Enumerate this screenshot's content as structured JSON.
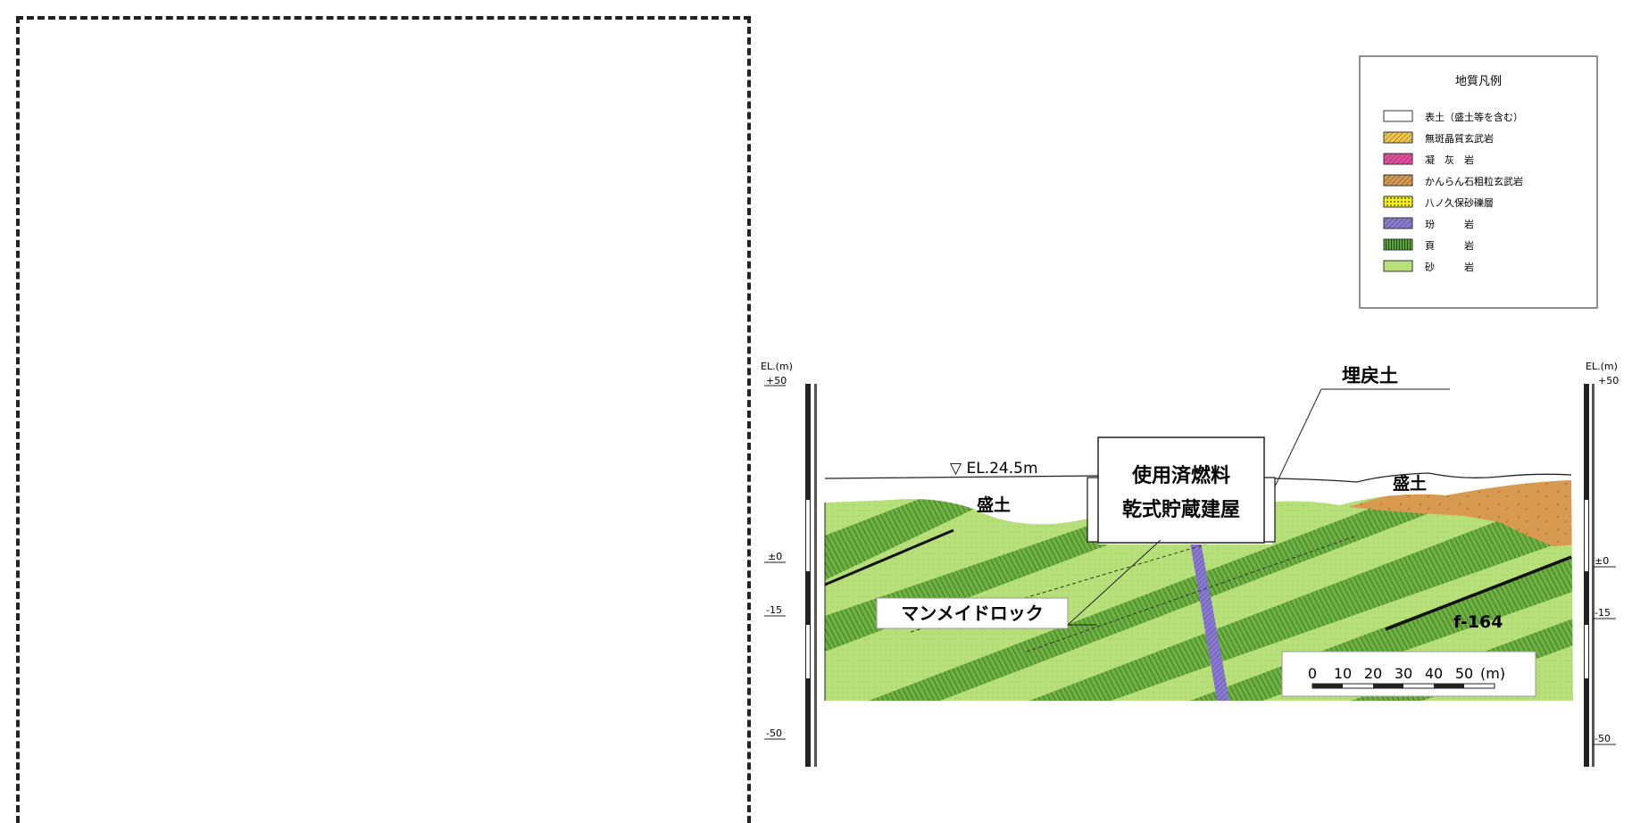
{
  "legend": {
    "title": "地質凡例",
    "items": [
      {
        "label": "表土（盛土等を含む）",
        "color": "#ffffff",
        "pattern": "none"
      },
      {
        "label": "無斑晶質玄武岩",
        "color": "#f2c84b",
        "pattern": "hatch"
      },
      {
        "label": "凝　灰　岩",
        "color": "#e44da0",
        "pattern": "hatch"
      },
      {
        "label": "かんらん石粗粒玄武岩",
        "color": "#d89a50",
        "pattern": "hatch"
      },
      {
        "label": "八ノ久保砂礫層",
        "color": "#f4f000",
        "pattern": "dots"
      },
      {
        "label": "玢　　　岩",
        "color": "#8a7bd0",
        "pattern": "hatch"
      },
      {
        "label": "頁　　　岩",
        "color": "#5da33a",
        "pattern": "vlines"
      },
      {
        "label": "砂　　　岩",
        "color": "#b8e07a",
        "pattern": "none"
      }
    ]
  },
  "axis_left": {
    "unit": "EL.(m)",
    "ticks": [
      "+50",
      "±0",
      "-15",
      "-50"
    ]
  },
  "axis_right": {
    "unit": "EL.(m)",
    "ticks": [
      "+50",
      "±0",
      "-15",
      "-50"
    ]
  },
  "labels": {
    "ground_level": "▽ EL.24.5m",
    "building_line1": "使用済燃料",
    "building_line2": "乾式貯蔵建屋",
    "backfill": "埋戻土",
    "fill_left": "盛土",
    "fill_right": "盛土",
    "manmade_rock": "マンメイドロック",
    "fault": "f-164"
  },
  "scale_bar": {
    "ticks": [
      "0",
      "10",
      "20",
      "30",
      "40",
      "50"
    ],
    "unit": "(m)"
  },
  "colors": {
    "sandstone": "#b8e07a",
    "shale": "#5da33a",
    "porphyrite": "#8a7bd0",
    "olivine_basalt": "#d89a50"
  }
}
